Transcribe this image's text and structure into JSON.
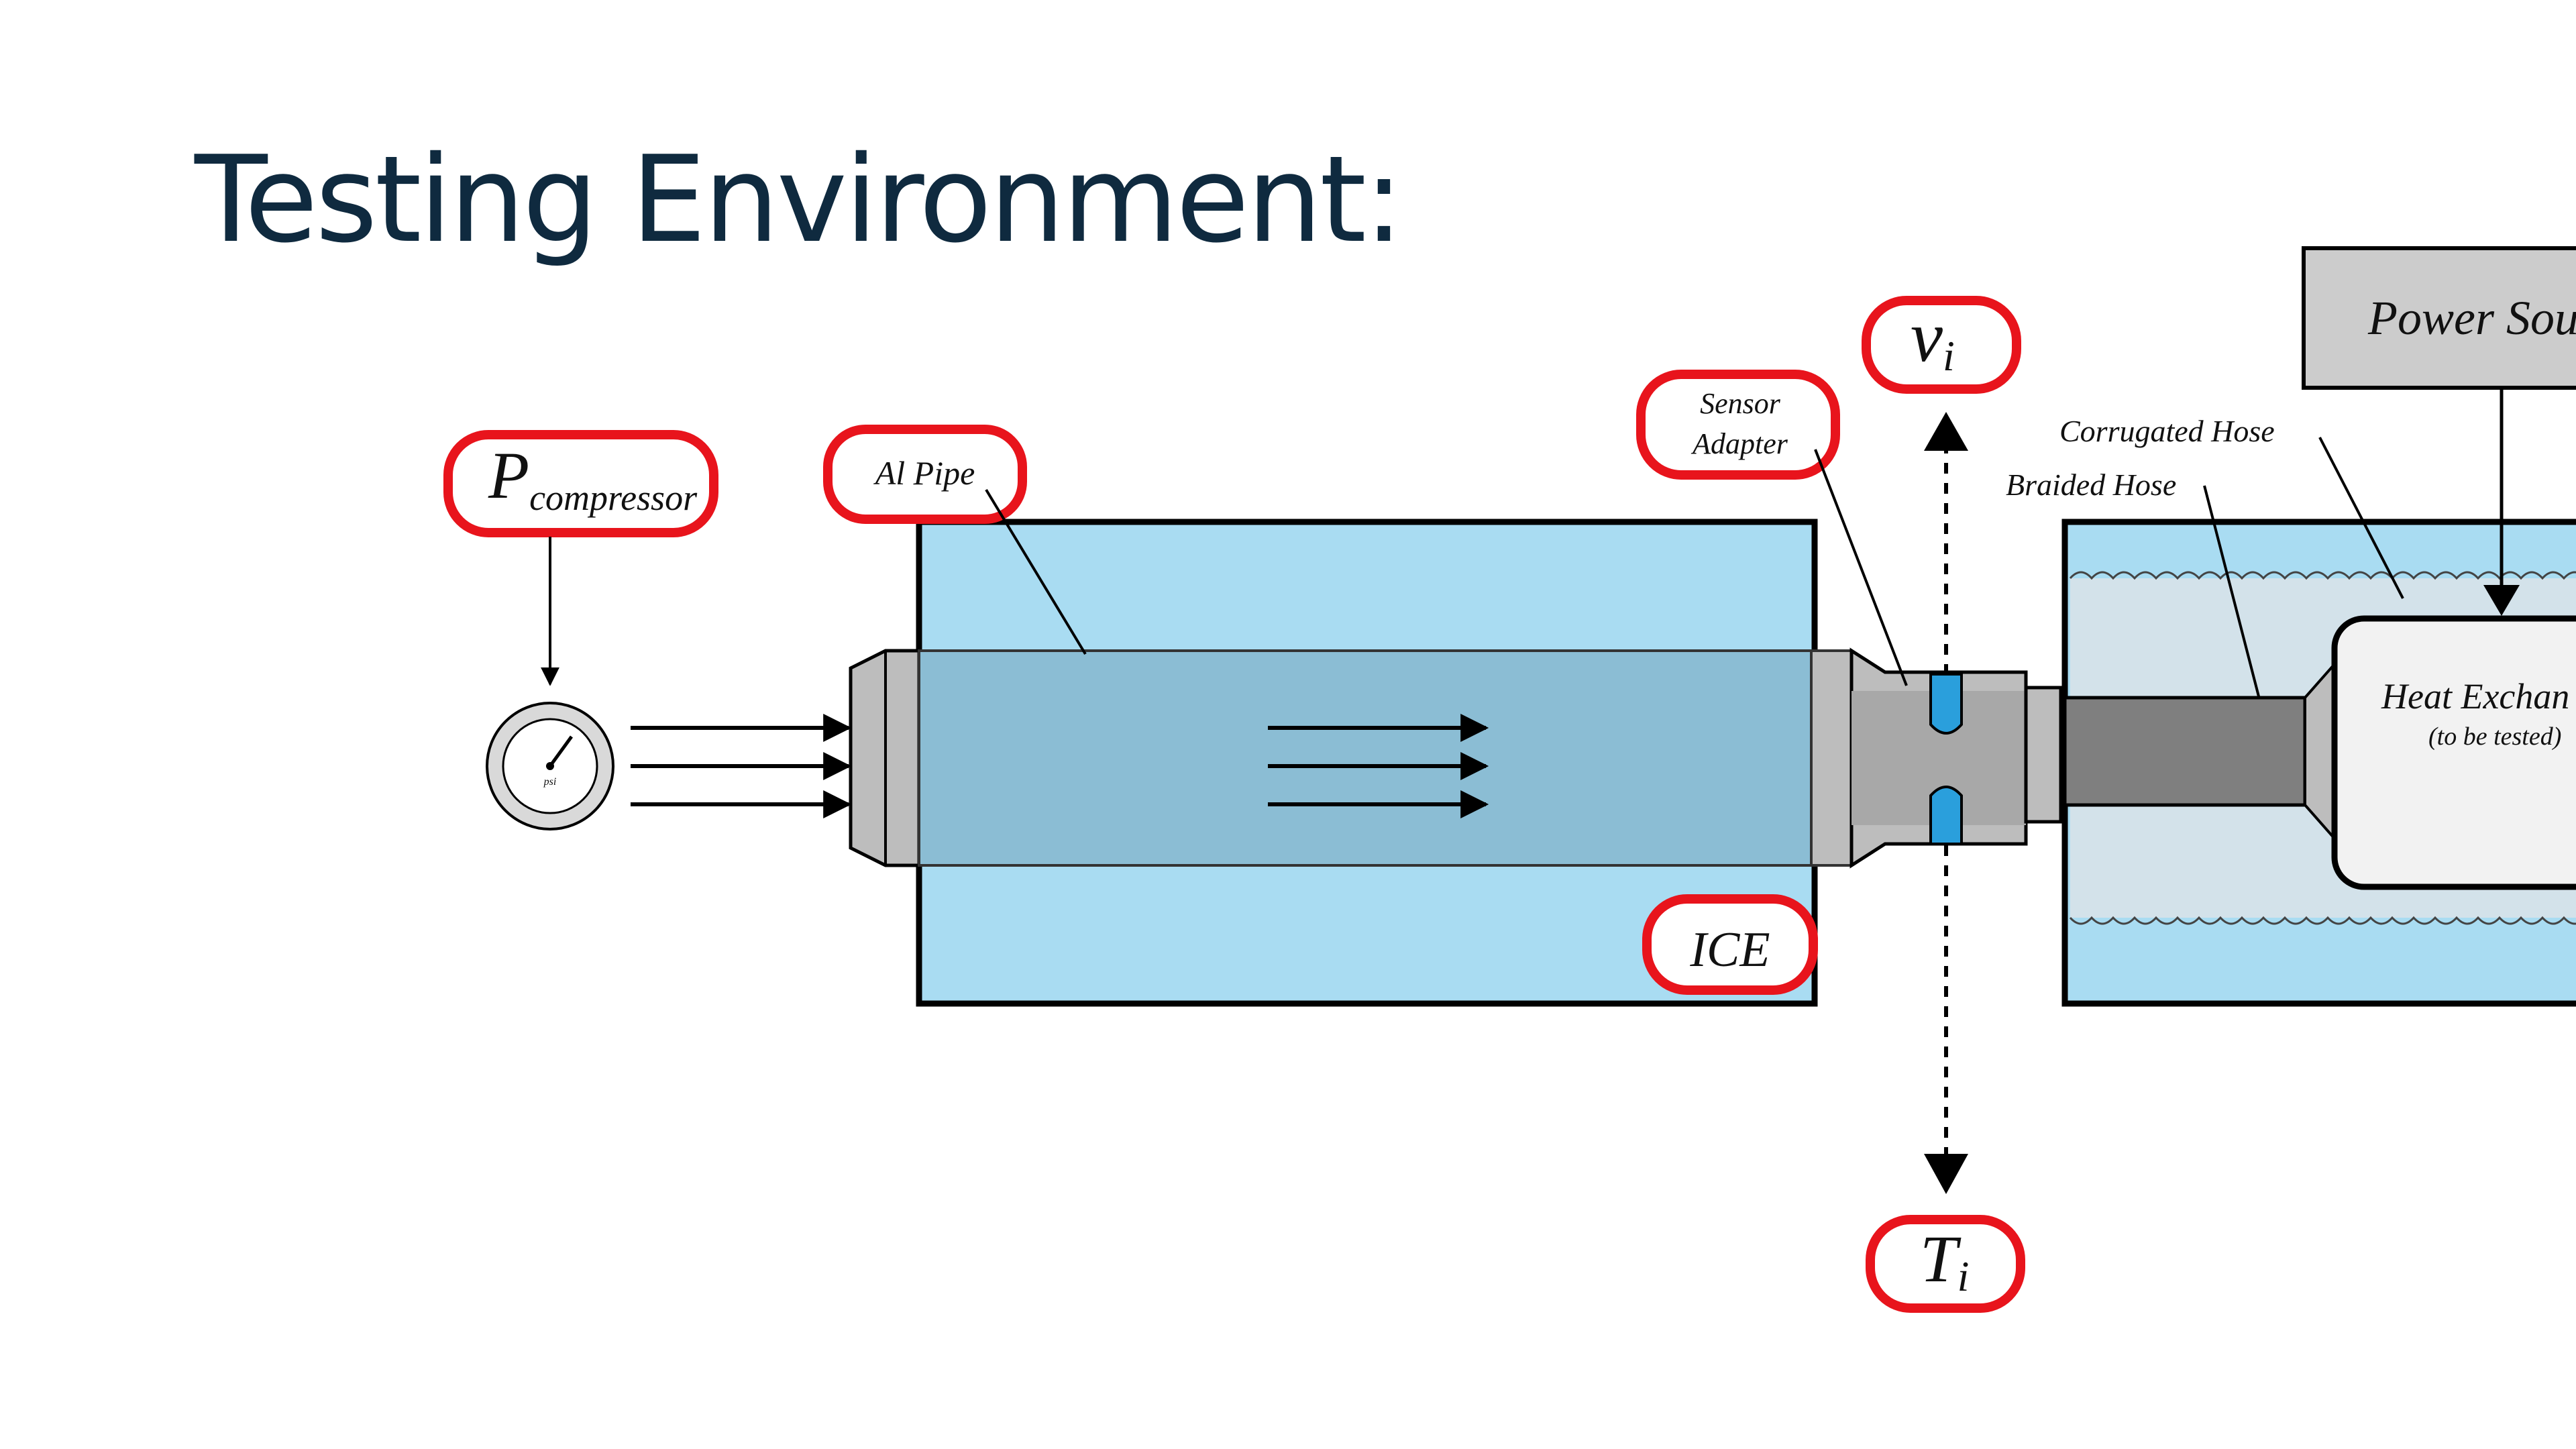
{
  "slide": {
    "title": "Testing Environment:"
  },
  "labels": {
    "p_main": "P",
    "p_sub": "compressor",
    "al_pipe": "Al Pipe",
    "sensor_line1": "Sensor",
    "sensor_line2": "Adapter",
    "v_main": "v",
    "v_sub": "i",
    "t_main": "T",
    "t_sub": "i",
    "ice": "ICE",
    "corrugated_hose": "Corrugated Hose",
    "braided_hose": "Braided Hose",
    "power_source": "Power Sou",
    "heat_exchanger": "Heat Exchan",
    "heat_exchanger_note": "(to be tested)",
    "gauge_unit": "psi"
  },
  "colors": {
    "title": "#0f2a3f",
    "highlight": "#e8141c",
    "ice_fill": "#a9dcf2",
    "pipe_fill": "#8bbdd4",
    "fitting_gray": "#bdbdbd",
    "sensor_blue": "#2a9fdc",
    "hose_dark": "#7f7f7f",
    "chamber_fill": "#d3e2ea",
    "power_fill": "#cccccc"
  }
}
